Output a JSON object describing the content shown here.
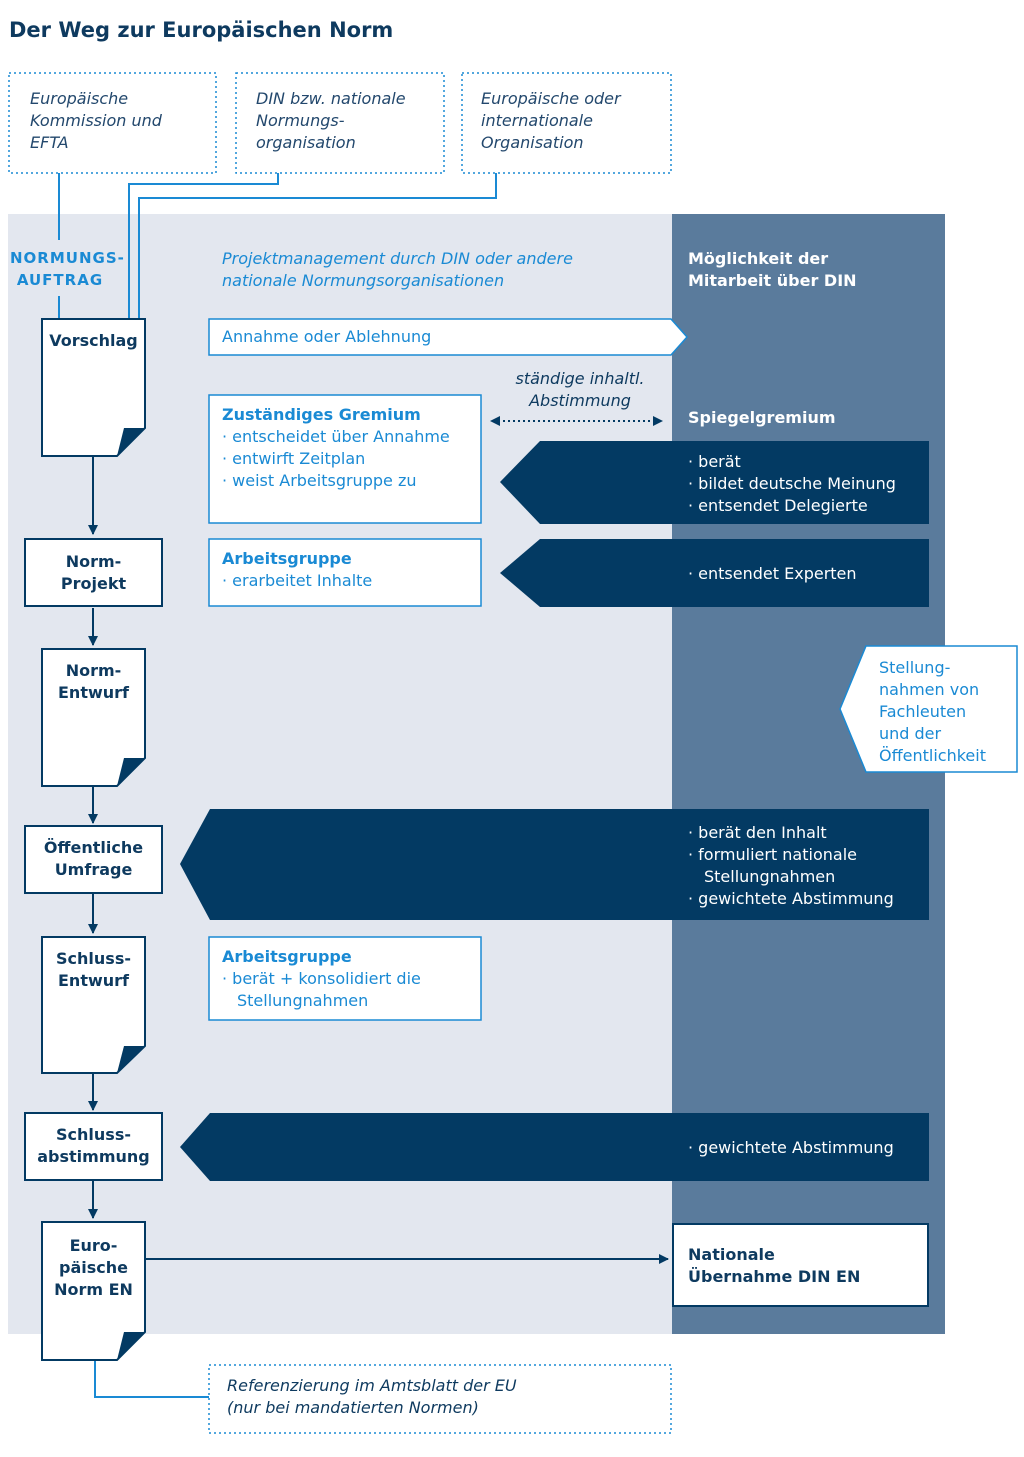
{
  "title": "Der Weg zur Europäischen Norm",
  "sources": [
    [
      "Europäische",
      "Kommission und",
      "EFTA"
    ],
    [
      "DIN bzw. nationale",
      "Normungs-",
      "organisation"
    ],
    [
      "Europäische oder",
      "internationale",
      "Organisation"
    ]
  ],
  "mandate_label": [
    "NORMUNGS-",
    "AUFTRAG"
  ],
  "project_management": [
    "Projektmanagement durch DIN oder andere",
    "nationale Normungsorganisationen"
  ],
  "right_column_heading": [
    "Möglichkeit der",
    "Mitarbeit über DIN"
  ],
  "stages": {
    "proposal": "Vorschlag",
    "norm_project": [
      "Norm-",
      "Projekt"
    ],
    "norm_draft": [
      "Norm-",
      "Entwurf"
    ],
    "public_enquiry": [
      "Öffentliche",
      "Umfrage"
    ],
    "final_draft": [
      "Schluss-",
      "Entwurf"
    ],
    "final_vote": [
      "Schluss-",
      "abstimmung"
    ],
    "european_norm": [
      "Euro-",
      "päische",
      "Norm EN"
    ]
  },
  "acceptance_arrow": "Annahme oder Ablehnung",
  "coordination": [
    "ständige inhaltl.",
    "Abstimmung"
  ],
  "committee": {
    "title": "Zuständiges Gremium",
    "items": [
      "· entscheidet über Annahme",
      "· entwirft Zeitplan",
      "· weist Arbeitsgruppe zu"
    ]
  },
  "mirror_committee": {
    "title": "Spiegelgremium",
    "items": [
      "· berät",
      "· bildet deutsche Meinung",
      "· entsendet Delegierte"
    ]
  },
  "working_group_1": {
    "title": "Arbeitsgruppe",
    "items": [
      "· erarbeitet Inhalte"
    ]
  },
  "experts": [
    "· entsendet Experten"
  ],
  "comments": [
    "Stellung-",
    "nahmen von",
    "Fachleuten",
    "und der",
    "Öffentlichkeit"
  ],
  "enquiry_tasks": [
    "· berät den Inhalt",
    "· formuliert nationale",
    "Stellungnahmen",
    "· gewichtete Abstimmung"
  ],
  "working_group_2": {
    "title": "Arbeitsgruppe",
    "items": [
      "· berät + konsolidiert die",
      "Stellungnahmen"
    ]
  },
  "final_vote_task": [
    "· gewichtete Abstimmung"
  ],
  "national_adoption": [
    "Nationale",
    "Übernahme DIN EN"
  ],
  "reference": [
    "Referenzierung im Amtsblatt der EU",
    "(nur bei mandatierten Normen)"
  ],
  "colors": {
    "panel_light": "#e3e7ef",
    "panel_dark": "#5a7b9c",
    "navy": "#033a63",
    "accent_blue": "#1a8ad4",
    "title_text": "#0e3a5f"
  }
}
